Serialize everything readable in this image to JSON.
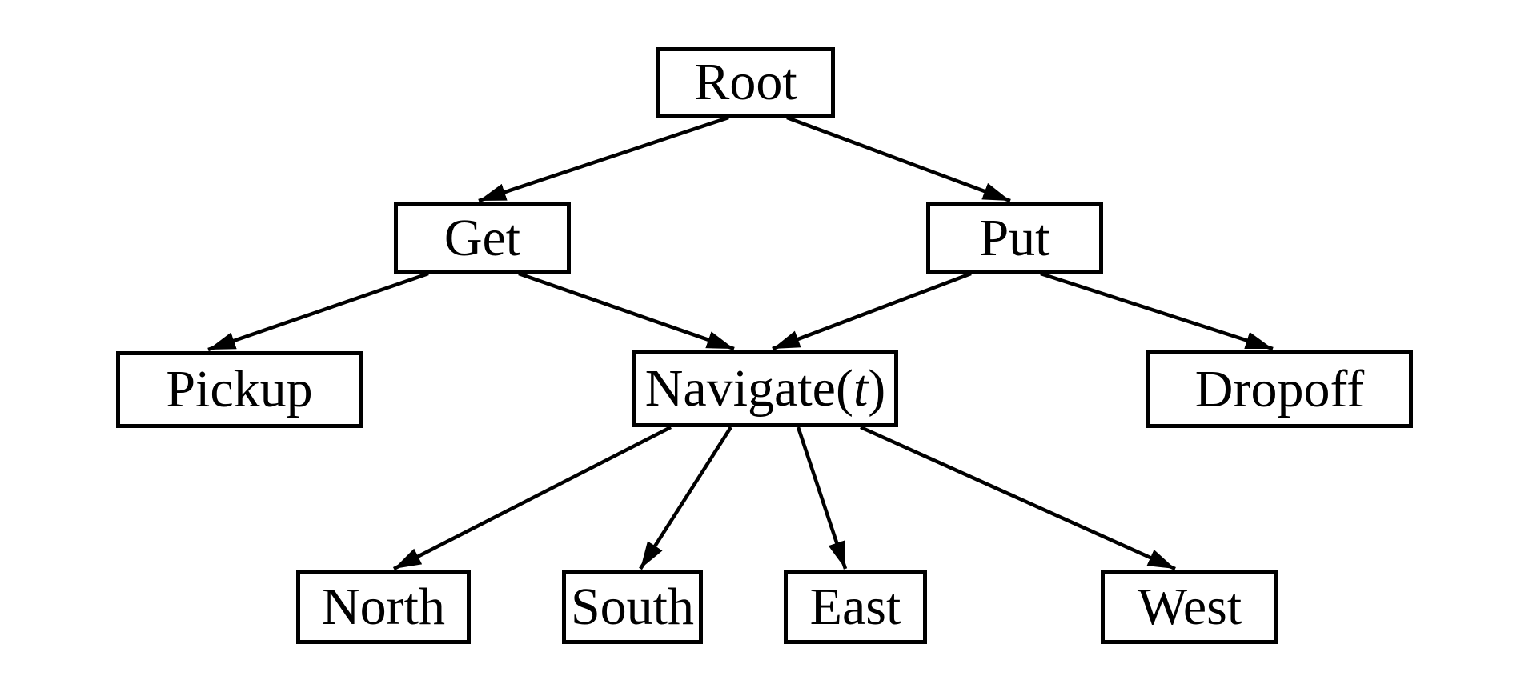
{
  "diagram": {
    "type": "task-hierarchy-tree",
    "colors": {
      "background": "#ffffff",
      "box_border": "#000000",
      "text": "#000000",
      "arrow": "#000000"
    },
    "nodes": {
      "root": {
        "label": "Root"
      },
      "get": {
        "label": "Get"
      },
      "put": {
        "label": "Put"
      },
      "pickup": {
        "label": "Pickup"
      },
      "navigate": {
        "label_prefix": "Navigate(",
        "label_param": "t",
        "label_suffix": ")"
      },
      "dropoff": {
        "label": "Dropoff"
      },
      "north": {
        "label": "North"
      },
      "south": {
        "label": "South"
      },
      "east": {
        "label": "East"
      },
      "west": {
        "label": "West"
      }
    },
    "edges": [
      {
        "from": "Root",
        "to": "Get"
      },
      {
        "from": "Root",
        "to": "Put"
      },
      {
        "from": "Get",
        "to": "Pickup"
      },
      {
        "from": "Get",
        "to": "Navigate(t)"
      },
      {
        "from": "Put",
        "to": "Navigate(t)"
      },
      {
        "from": "Put",
        "to": "Dropoff"
      },
      {
        "from": "Navigate(t)",
        "to": "North"
      },
      {
        "from": "Navigate(t)",
        "to": "South"
      },
      {
        "from": "Navigate(t)",
        "to": "East"
      },
      {
        "from": "Navigate(t)",
        "to": "West"
      }
    ]
  }
}
